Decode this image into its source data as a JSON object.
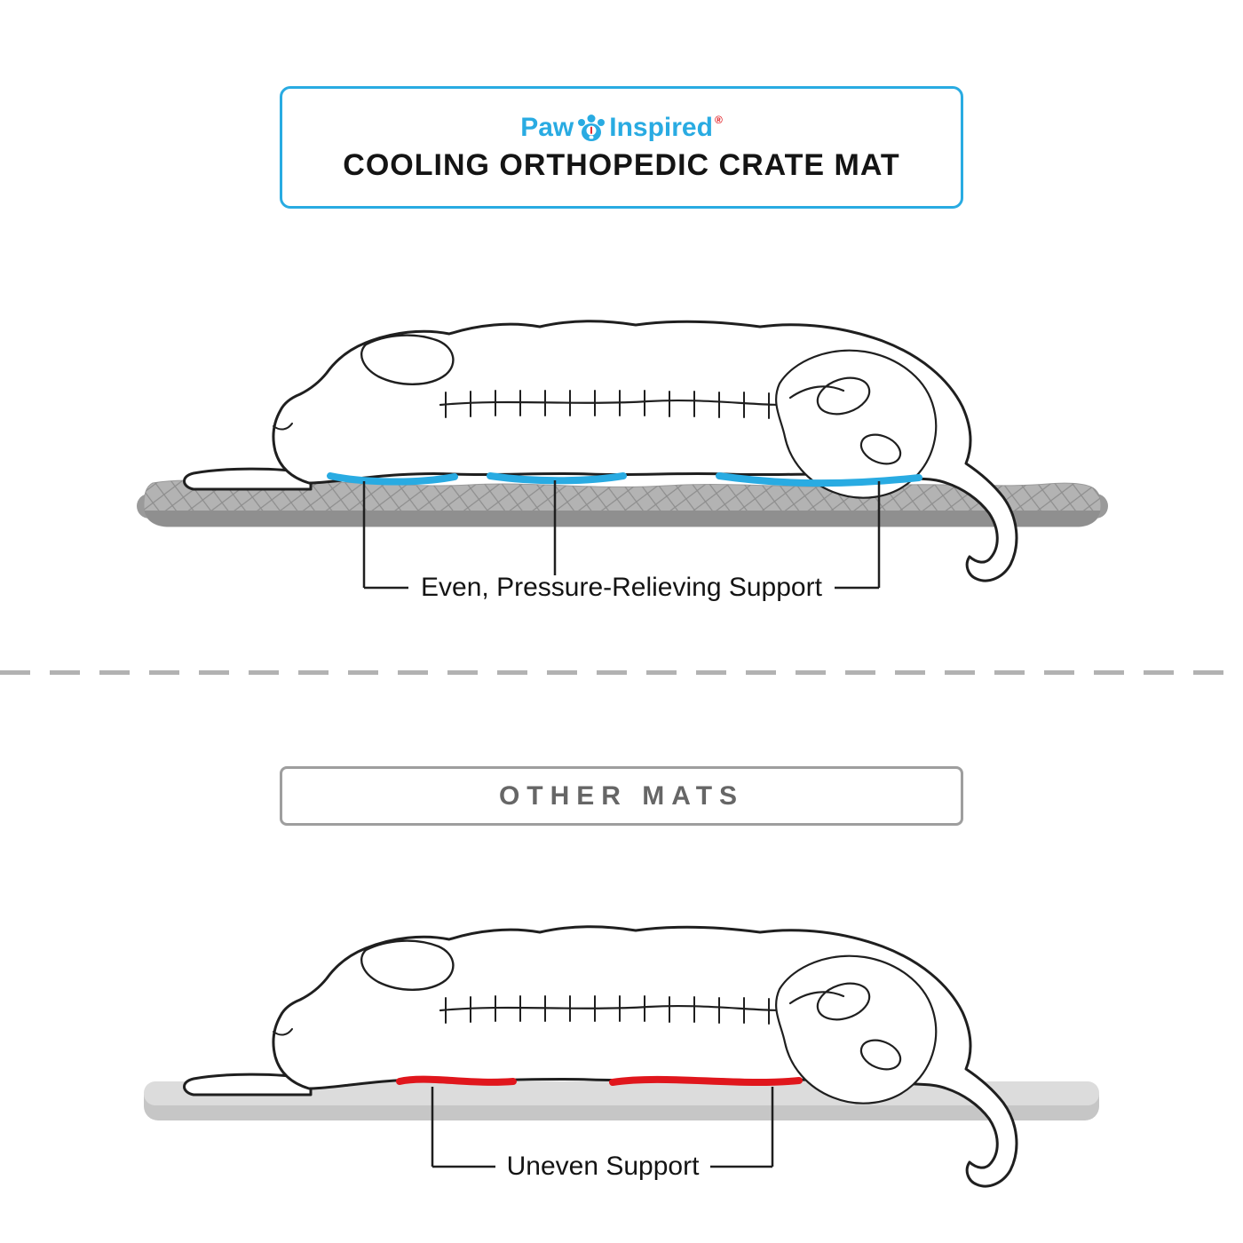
{
  "header": {
    "brand": {
      "word_left": "Paw",
      "word_right": "Inspired",
      "registered_mark": "®"
    },
    "title": "COOLING ORTHOPEDIC CRATE MAT"
  },
  "sections": {
    "paw_inspired_mat": {
      "support_label": "Even, Pressure-Relieving Support",
      "support_color": "#29ABE2"
    },
    "other_mats": {
      "title": "OTHER MATS",
      "support_label": "Uneven Support",
      "support_color": "#E0161C"
    }
  },
  "colors": {
    "brand_blue": "#29ABE2",
    "alert_red": "#E0161C",
    "outline_black": "#1f1f1f",
    "mat_gray_textured": "#b3b3b3",
    "mat_gray_dark": "#8f8f8f",
    "mat_gray_plain": "#d8d8d8",
    "divider_gray": "#b2b2b2"
  },
  "icons": {
    "logo": "paw-lightbulb-icon"
  }
}
